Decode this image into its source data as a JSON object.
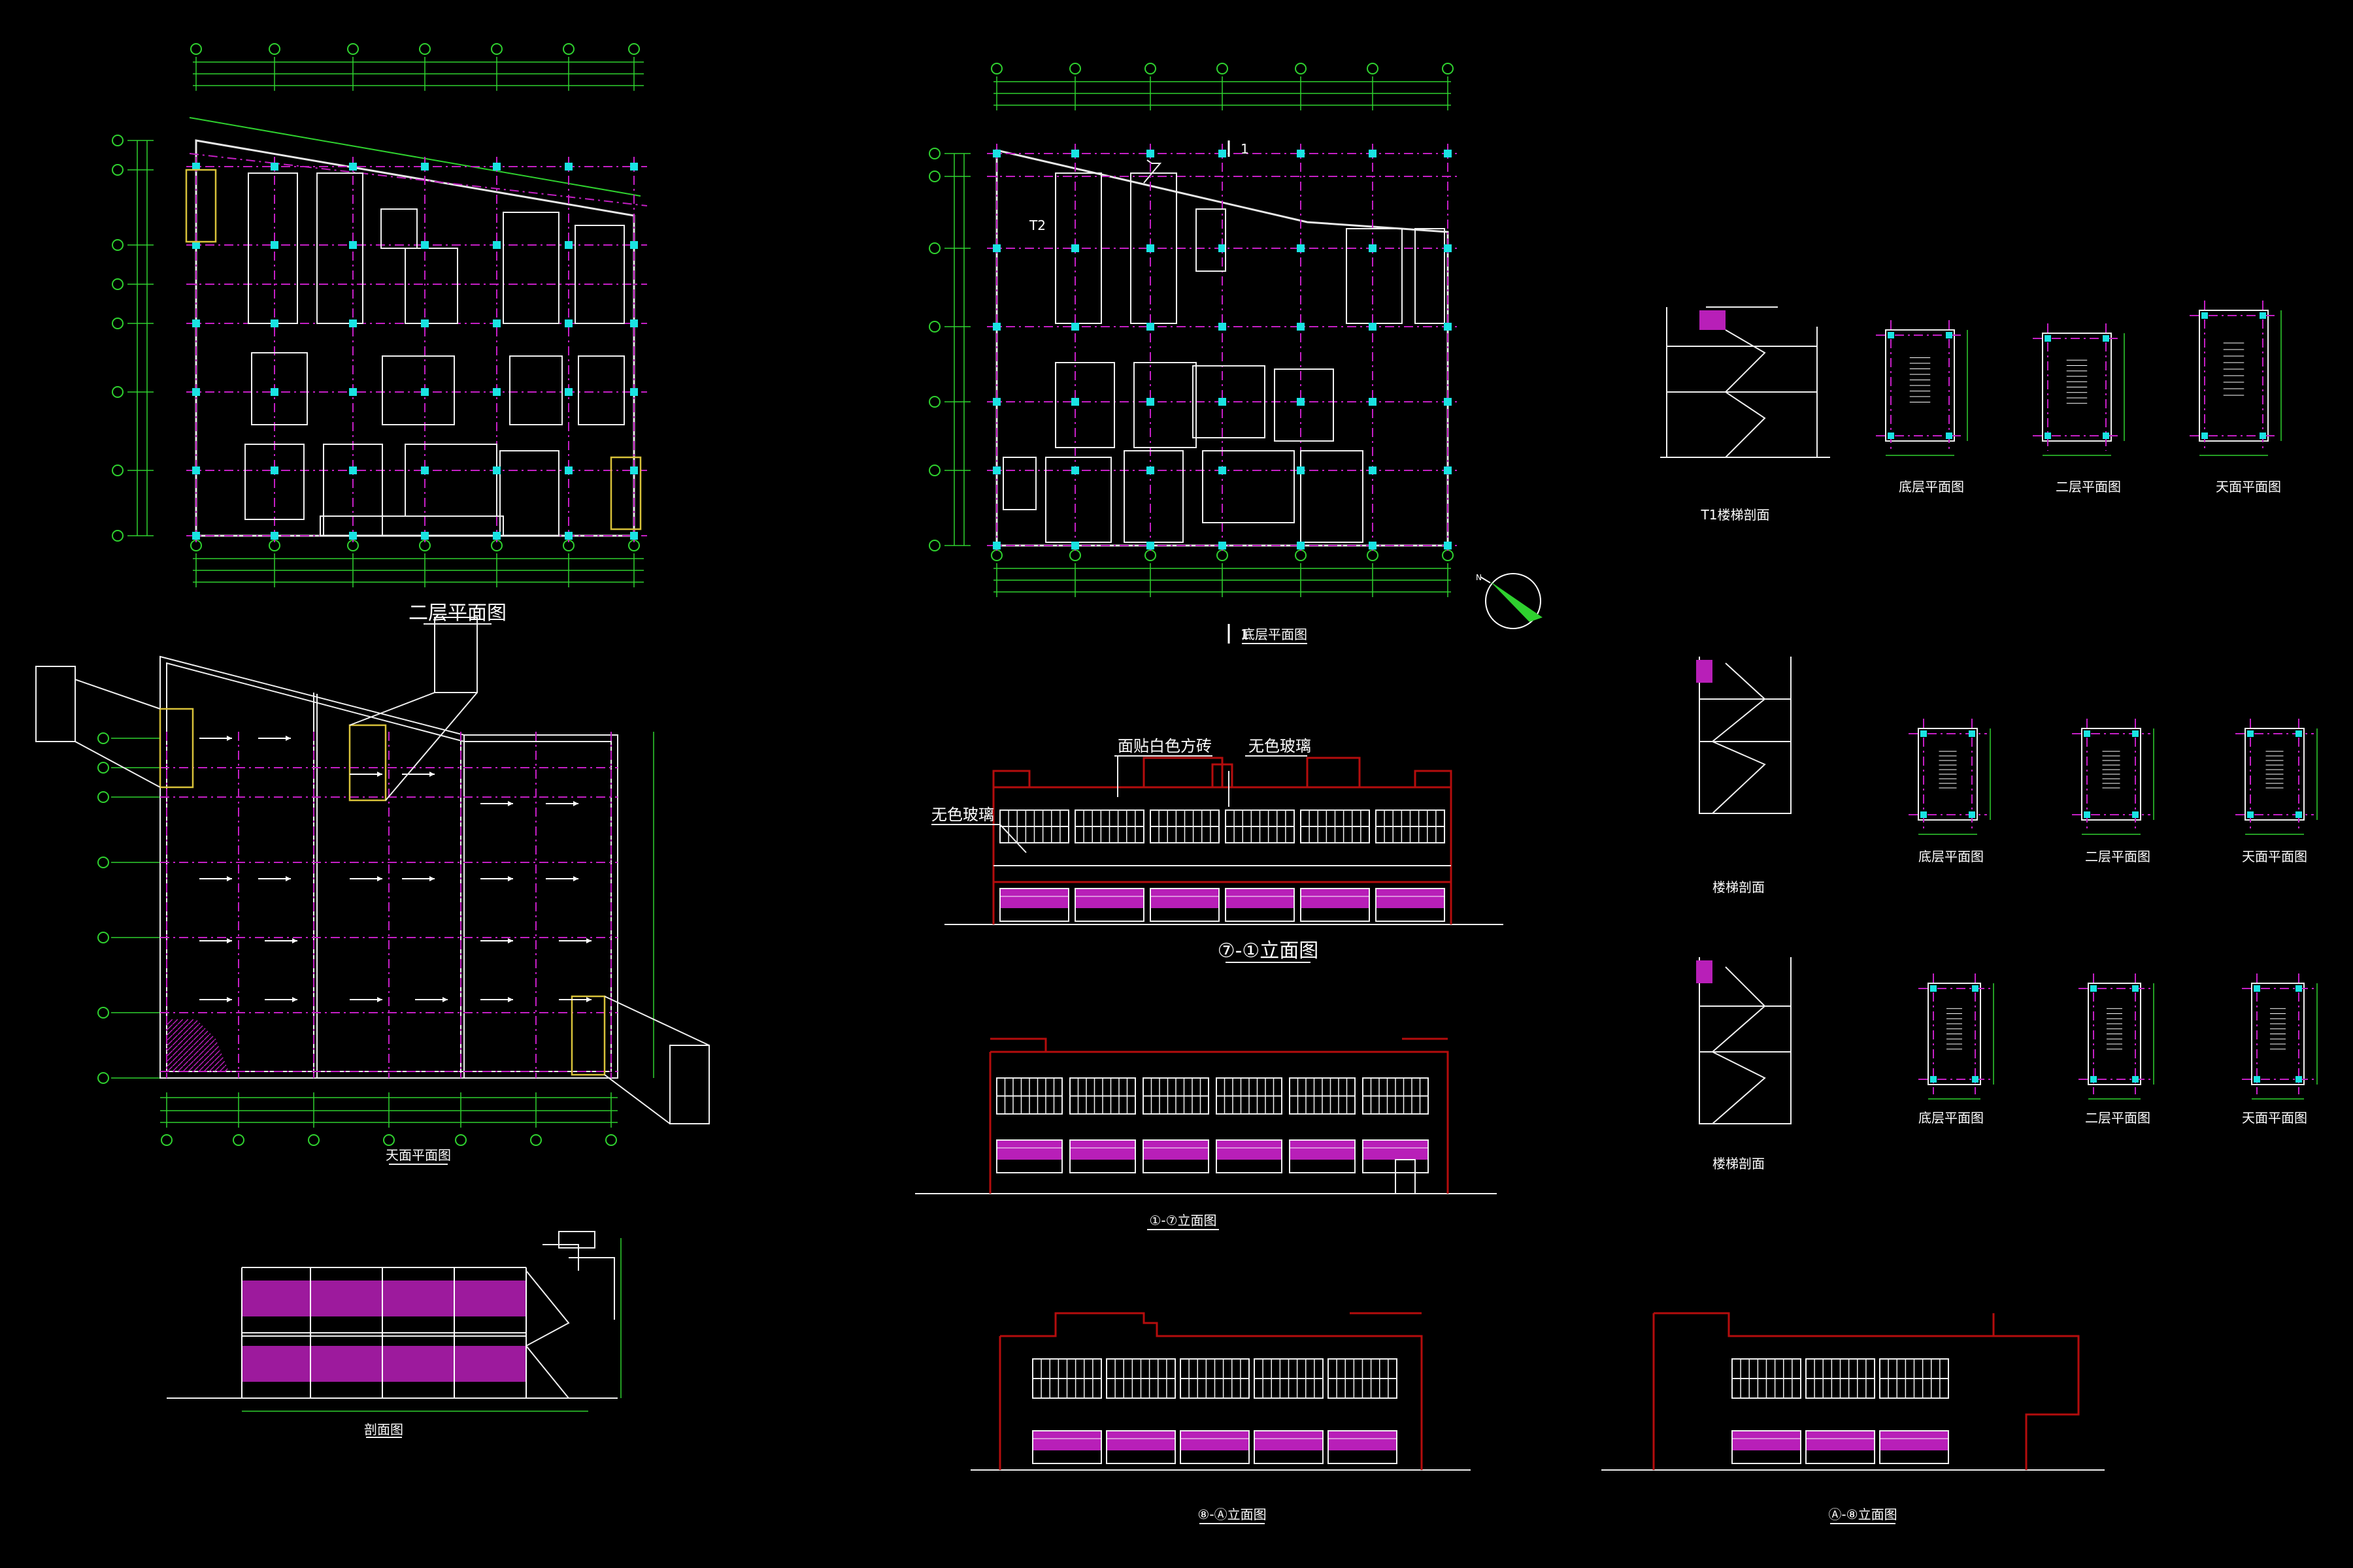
{
  "labels": {
    "floor2_plan": "二层平面图",
    "ground_plan": "底层平面图",
    "roof_plan": "天面平面图",
    "section": "剖面图",
    "elev_main": "⑦-①立面图",
    "elev_1_7": "①-⑦立面图",
    "elev_side_a": "⑧-Ⓐ立面图",
    "elev_side_b": "Ⓐ-⑧立面图",
    "stair_t1": "T1楼梯剖面",
    "stair_sec2": "楼梯剖面",
    "stair_sec3": "楼梯剖面",
    "stair_ground_1": "底层平面图",
    "stair_second_1": "二层平面图",
    "stair_roof_1": "天面平面图",
    "stair_ground_2": "底层平面图",
    "stair_second_2": "二层平面图",
    "stair_roof_2": "天面平面图",
    "stair_ground_3": "底层平面图",
    "stair_second_3": "二层平面图",
    "stair_roof_3": "天面平面图",
    "tile_note": "面贴白色方砖",
    "glass_note_1": "无色玻璃",
    "glass_note_2": "无色玻璃",
    "t2_note": "T2",
    "section_mark_top": "1",
    "section_mark_bottom": "1"
  },
  "colors": {
    "background": "#000000",
    "grid": "#c41fc4",
    "dimension": "#2fd12f",
    "column": "#19e3e3",
    "wall": "#e8e8e8",
    "elevation_outline": "#b40d0d",
    "glass_band": "#b81fb8"
  },
  "icons": {
    "north_arrow": "north-arrow-icon"
  }
}
